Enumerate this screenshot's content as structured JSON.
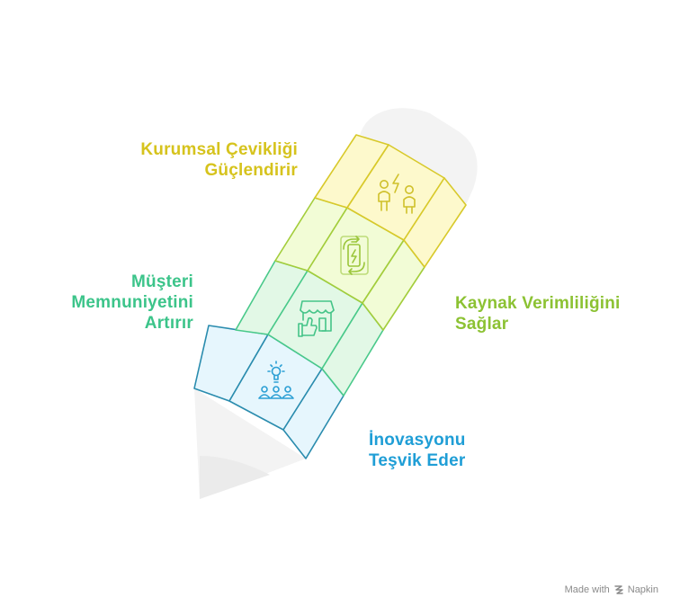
{
  "labels": {
    "agility": {
      "line1": "Kurumsal Çevikliği",
      "line2": "Güçlendirir",
      "color": "#d6c31d"
    },
    "satisfaction": {
      "line1": "Müşteri",
      "line2": "Memnuniyetini",
      "line3": "Artırır",
      "color": "#3cc48a"
    },
    "resource": {
      "line1": "Kaynak Verimliliğini",
      "line2": "Sağlar",
      "color": "#8cc233"
    },
    "innovation": {
      "line1": "İnovasyonu",
      "line2": "Teşvik Eder",
      "color": "#1f9ed6"
    }
  },
  "footer": {
    "made_with": "Made with",
    "brand": "Napkin"
  },
  "colors": {
    "yellow_fill": "#fdf9cc",
    "yellow_stroke": "#d8c92a",
    "lime_fill": "#f2fcd6",
    "lime_stroke": "#a3cd3b",
    "green_fill": "#e2f8e6",
    "green_stroke": "#49c98a",
    "blue_fill": "#e6f6fd",
    "blue_stroke": "#2a8cae",
    "pencil_gray": "#f3f3f3"
  },
  "icons": [
    "two-people-energy-icon",
    "battery-refresh-icon",
    "storefront-thumbs-up-icon",
    "lightbulb-team-icon"
  ]
}
